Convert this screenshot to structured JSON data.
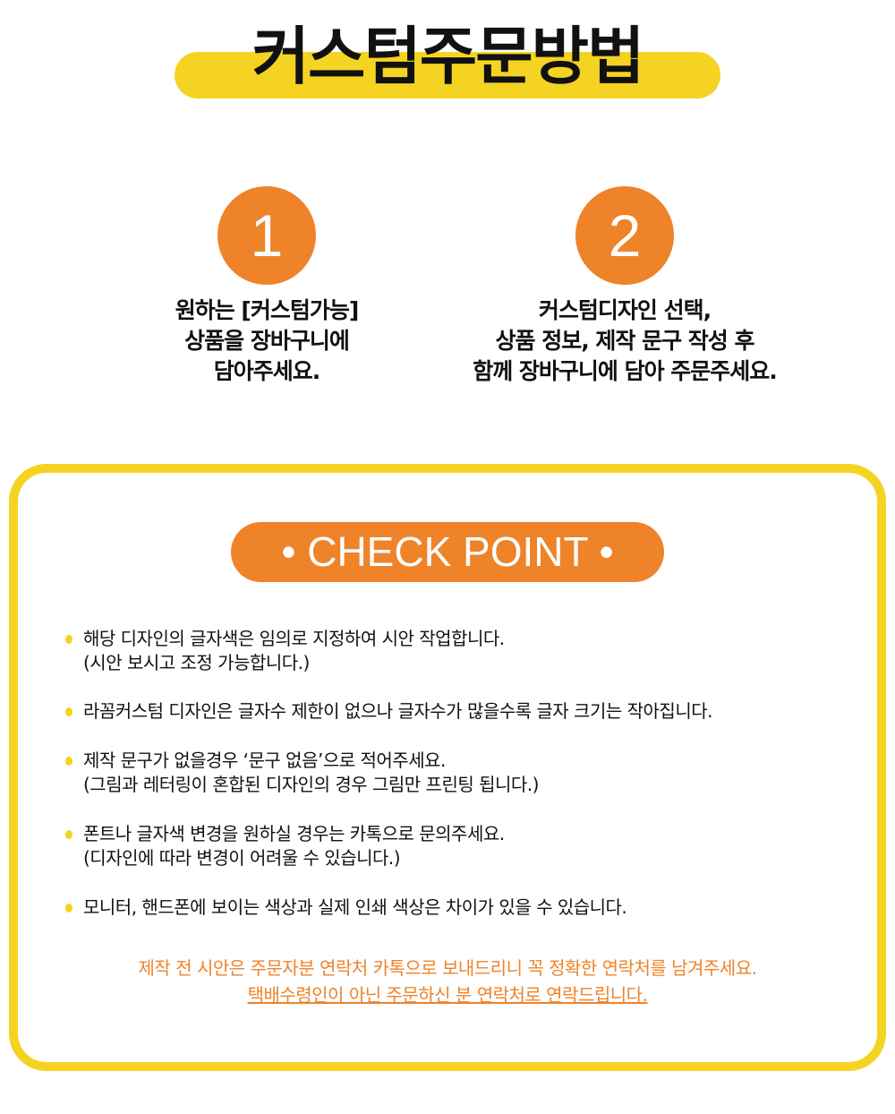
{
  "title": "커스텀주문방법",
  "steps": [
    {
      "number": "1",
      "lines": [
        "원하는 [커스텀가능]",
        "상품을 장바구니에",
        "담아주세요."
      ]
    },
    {
      "number": "2",
      "lines": [
        "커스텀디자인 선택,",
        "상품 정보, 제작 문구 작성 후",
        "함께 장바구니에 담아 주문주세요."
      ]
    }
  ],
  "checkpoint": {
    "label": "• CHECK POINT •",
    "items": [
      {
        "lines": [
          "해당 디자인의 글자색은 임의로 지정하여 시안 작업합니다.",
          "(시안 보시고 조정 가능합니다.)"
        ]
      },
      {
        "lines": [
          "라꼼커스텀 디자인은 글자수 제한이 없으나 글자수가 많을수록 글자 크기는 작아집니다."
        ]
      },
      {
        "lines": [
          "제작 문구가 없을경우 ‘문구 없음’으로 적어주세요.",
          "(그림과 레터링이 혼합된 디자인의 경우 그림만 프린팅 됩니다.)"
        ]
      },
      {
        "lines": [
          "폰트나 글자색 변경을 원하실 경우는 카톡으로 문의주세요.",
          "(디자인에 따라 변경이 어려울 수 있습니다.)"
        ]
      },
      {
        "lines": [
          "모니터, 핸드폰에 보이는 색상과 실제 인쇄 색상은 차이가 있을 수 있습니다."
        ]
      }
    ],
    "note1": "제작 전 시안은 주문자분 연락처 카톡으로 보내드리니 꼭 정확한 연락처를 남겨주세요.",
    "note2": "택배수령인이 아닌 주문하신 분 연락처로 연락드립니다."
  },
  "colors": {
    "yellow": "#F5D322",
    "orange": "#EE832A"
  }
}
